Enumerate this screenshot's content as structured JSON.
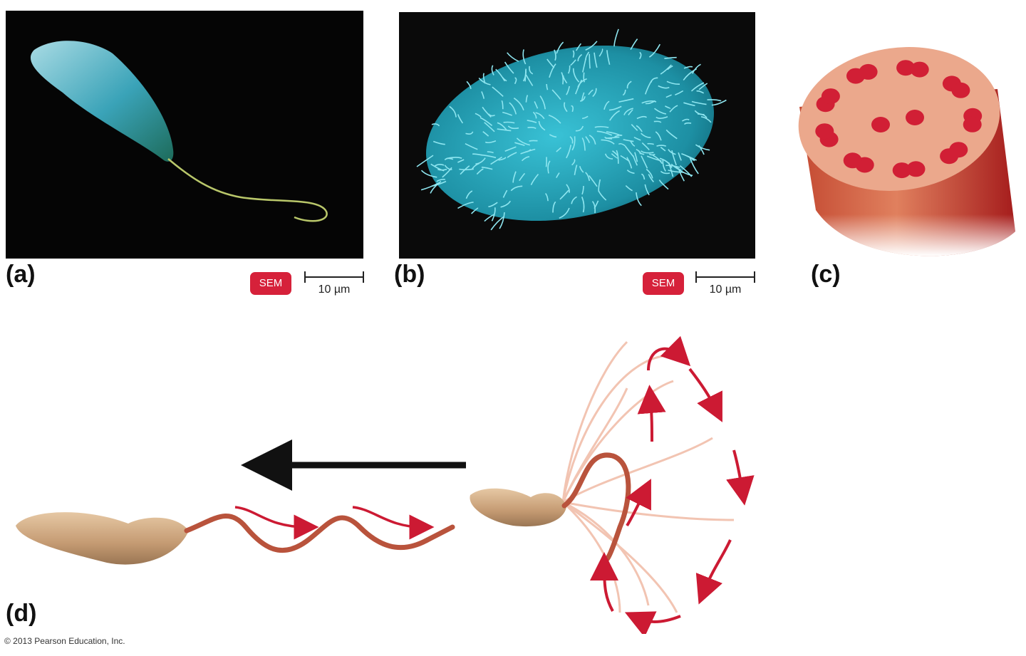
{
  "panels": {
    "a": {
      "label": "(a)",
      "badge": "SEM",
      "scale": "10 µm"
    },
    "b": {
      "label": "(b)",
      "badge": "SEM",
      "scale": "10 µm"
    },
    "c": {
      "label": "(c)"
    },
    "d": {
      "label": "(d)"
    }
  },
  "copyright": "© 2013 Pearson Education, Inc.",
  "colors": {
    "badge": "#d6213a",
    "micrograph_cyan": "#2fb3c8",
    "cilium_cross_section": "#e9a98a",
    "microtubule": "#d11f35",
    "cell_body": "#c9a37c",
    "flagellum": "#b9533c",
    "motion_arrow": "#cc1a33"
  }
}
